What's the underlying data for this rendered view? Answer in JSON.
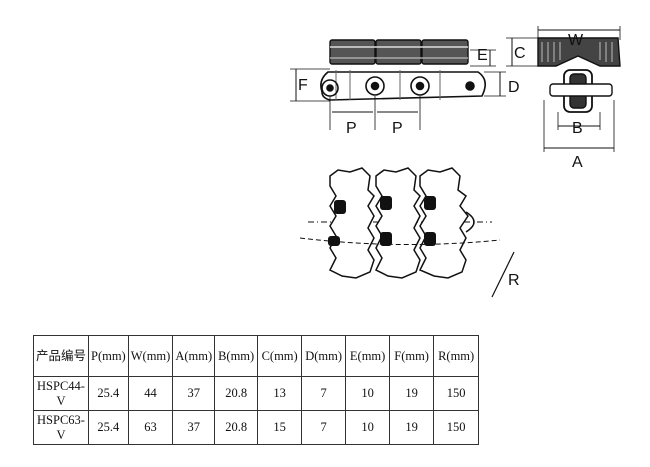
{
  "dimension_labels": {
    "F": "F",
    "E": "E",
    "D": "D",
    "P1": "P",
    "P2": "P",
    "C": "C",
    "W": "W",
    "B": "B",
    "A": "A",
    "R": "R"
  },
  "table": {
    "headers": [
      "产品编号",
      "P(mm)",
      "W(mm)",
      "A(mm)",
      "B(mm)",
      "C(mm)",
      "D(mm)",
      "E(mm)",
      "F(mm)",
      "R(mm)"
    ],
    "rows": [
      [
        "HSPC44-V",
        "25.4",
        "44",
        "37",
        "20.8",
        "13",
        "7",
        "10",
        "19",
        "150"
      ],
      [
        "HSPC63-V",
        "25.4",
        "63",
        "37",
        "20.8",
        "15",
        "7",
        "10",
        "19",
        "150"
      ]
    ]
  }
}
